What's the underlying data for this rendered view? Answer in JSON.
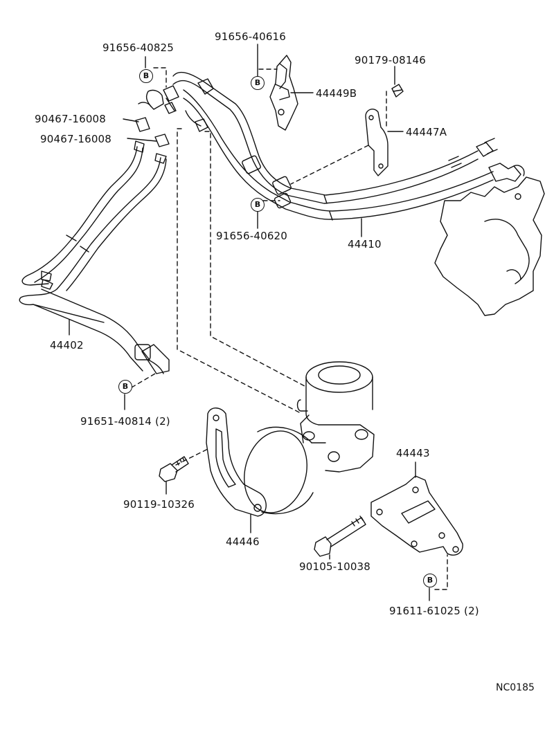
{
  "part_labels": {
    "p91656_40825": "91656-40825",
    "p91656_40616": "91656-40616",
    "p90179_08146": "90179-08146",
    "p44449B": "44449B",
    "p44447A": "44447A",
    "p90467_16008_a": "90467-16008",
    "p90467_16008_b": "90467-16008",
    "p91656_40620": "91656-40620",
    "p44410": "44410",
    "p44402": "44402",
    "p91651_40814": "91651-40814 (2)",
    "p44443": "44443",
    "p90119_10326": "90119-10326",
    "p44446": "44446",
    "p90105_10038": "90105-10038",
    "p91611_61025": "91611-61025 (2)"
  },
  "bolt_marker": "B",
  "diagram_code": "NC0185"
}
